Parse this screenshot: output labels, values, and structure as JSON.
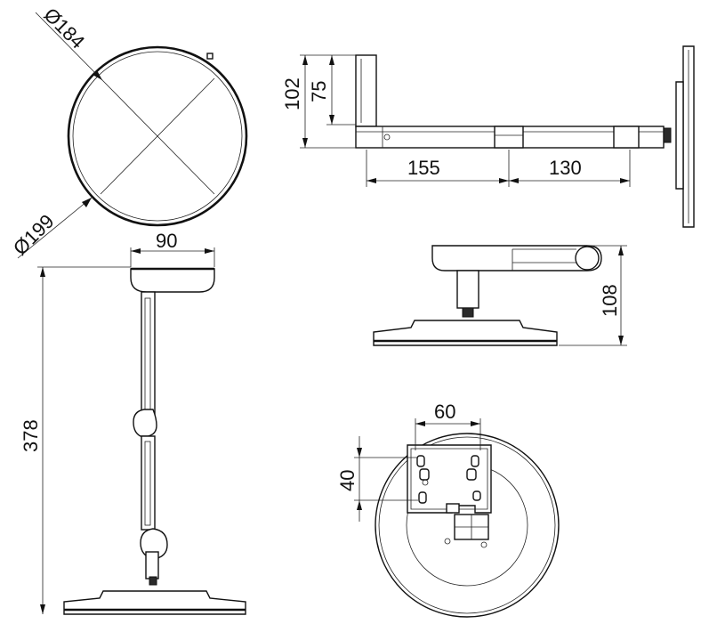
{
  "drawing": {
    "dimensions": {
      "mirror_inner_diameter": "Ø184",
      "mirror_outer_diameter": "Ø199",
      "base_width": "90",
      "total_height": "378",
      "arm_height_outer": "102",
      "arm_height_inner": "75",
      "arm_length_first": "155",
      "arm_length_second": "130",
      "base_side_height": "108",
      "bracket_width": "60",
      "bracket_height": "40"
    }
  }
}
